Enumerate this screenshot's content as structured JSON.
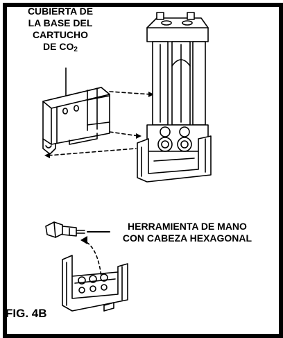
{
  "labels": {
    "cartridge_cover_line1": "CUBIERTA DE",
    "cartridge_cover_line2": "LA BASE DEL",
    "cartridge_cover_line3": "CARTUCHO",
    "cartridge_cover_line4_prefix": "DE CO",
    "cartridge_cover_line4_subscript": "2",
    "hex_tool_line1": "HERRAMIENTA DE MANO",
    "hex_tool_line2": "CON CABEZA HEXAGONAL",
    "figure": "FIG. 4B"
  }
}
